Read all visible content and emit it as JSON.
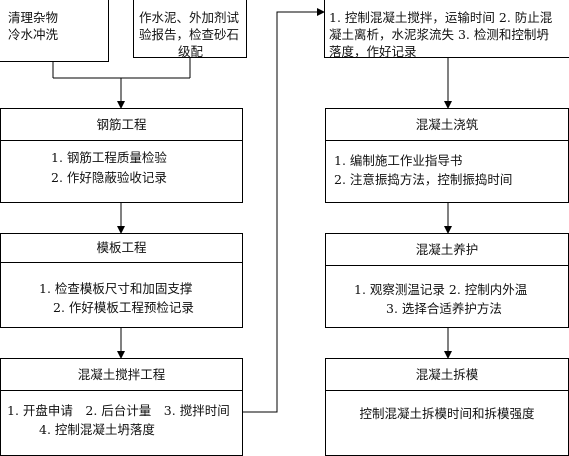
{
  "left_column": {
    "top_box_1": [
      "清理杂物",
      "冷水冲洗"
    ],
    "top_box_2": [
      "作水泥、外加剂试",
      "验报告，检查砂石",
      "级配"
    ],
    "rebar": {
      "title": "钢筋工程",
      "items": [
        "1. 钢筋工程质量检验",
        "2. 作好隐蔽验收记录"
      ]
    },
    "formwork": {
      "title": "模板工程",
      "items": [
        "1. 检查模板尺寸和加固支撑",
        "2. 作好模板工程预检记录"
      ]
    },
    "mixing": {
      "title": "混凝土搅拌工程",
      "items": [
        "1. 开盘申请　2. 后台计量　3. 搅拌时间",
        "4. 控制混凝土坍落度"
      ]
    }
  },
  "right_column": {
    "transport": {
      "items": [
        "1. 控制混凝土搅拌，运输时间 2. 防止混",
        "凝土离析，水泥浆流失 3. 检测和控制坍",
        "落度，作好记录"
      ]
    },
    "pouring": {
      "title": "混凝土浇筑",
      "items": [
        "1. 编制施工作业指导书",
        "2. 注意振捣方法，控制振捣时间"
      ]
    },
    "curing": {
      "title": "混凝土养护",
      "items": [
        "1. 观察测温记录 2. 控制内外温",
        "3. 选择合适养护方法"
      ]
    },
    "formwork_removal": {
      "title": "混凝土拆模",
      "items": [
        "控制混凝土拆模时间和拆模强度"
      ]
    }
  }
}
